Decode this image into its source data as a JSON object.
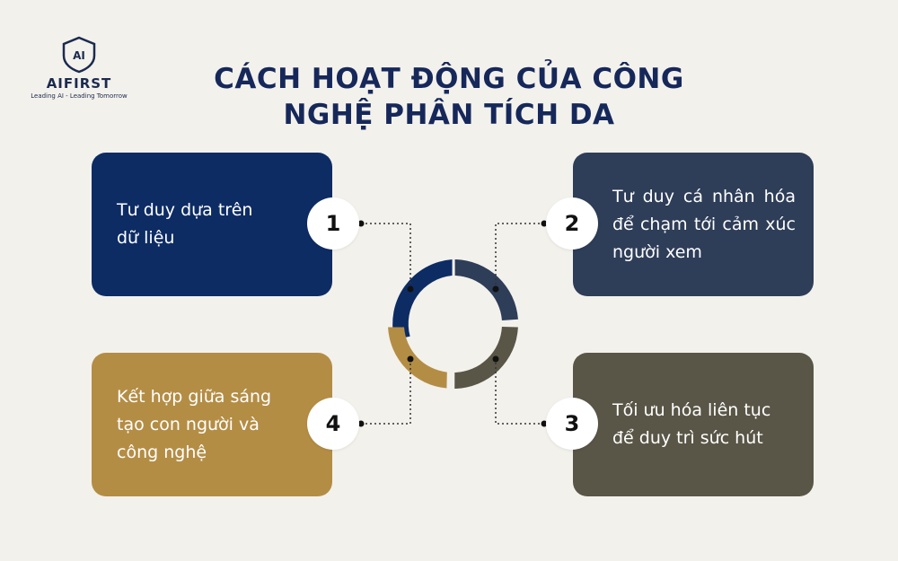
{
  "logo": {
    "mark": "AI",
    "name": "AIFIRST",
    "tagline": "Leading AI - Leading Tomorrow"
  },
  "title": {
    "line1": "CÁCH HOẠT ĐỘNG CỦA CÔNG",
    "line2": "NGHỆ PHÂN TÍCH DA"
  },
  "steps": [
    {
      "number": "1",
      "text": "Tư duy dựa trên dữ liệu",
      "color": "#0d2c64"
    },
    {
      "number": "2",
      "text": "Tư duy cá nhân hóa để chạm tới cảm xúc người xem",
      "color": "#2e3d58"
    },
    {
      "number": "3",
      "text": "Tối ưu hóa liên tục để duy trì sức hút",
      "color": "#595647"
    },
    {
      "number": "4",
      "text": "Kết hợp giữa sáng tạo con người và công nghệ",
      "color": "#b48d45"
    }
  ]
}
